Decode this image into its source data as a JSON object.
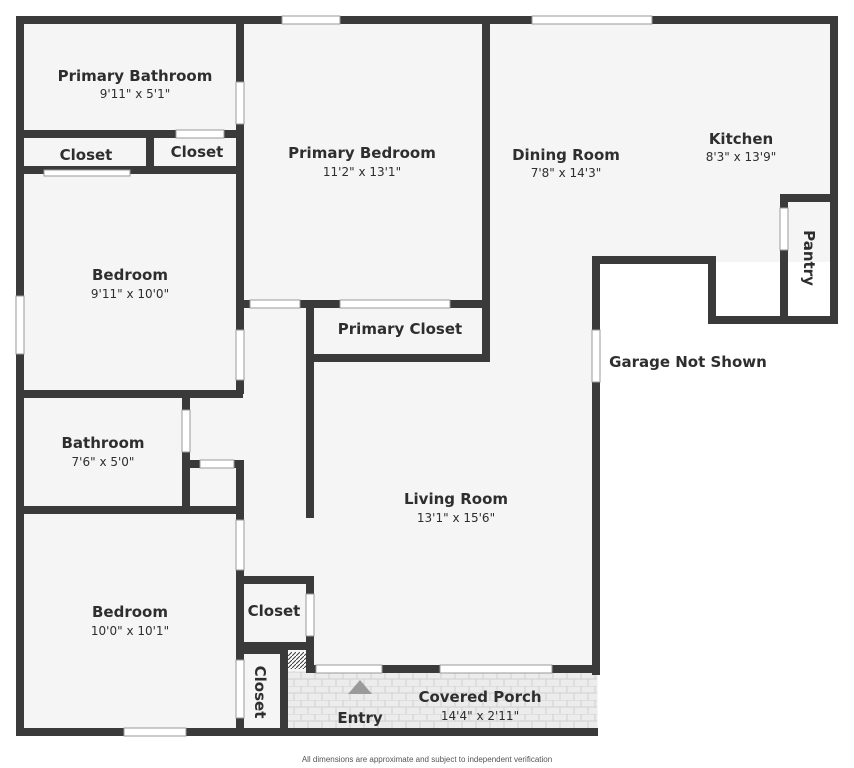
{
  "rooms": {
    "primary_bathroom": {
      "name": "Primary Bathroom",
      "dims": "9'11\" x 5'1\""
    },
    "closet_left": {
      "name": "Closet"
    },
    "closet_right": {
      "name": "Closet"
    },
    "primary_bedroom": {
      "name": "Primary Bedroom",
      "dims": "11'2\" x 13'1\""
    },
    "dining_room": {
      "name": "Dining Room",
      "dims": "7'8\" x 14'3\""
    },
    "kitchen": {
      "name": "Kitchen",
      "dims": "8'3\" x 13'9\""
    },
    "pantry": {
      "name": "Pantry"
    },
    "bedroom_1": {
      "name": "Bedroom",
      "dims": "9'11\" x 10'0\""
    },
    "primary_closet": {
      "name": "Primary Closet"
    },
    "garage": {
      "name": "Garage Not Shown"
    },
    "bathroom": {
      "name": "Bathroom",
      "dims": "7'6\" x 5'0\""
    },
    "living_room": {
      "name": "Living Room",
      "dims": "13'1\" x 15'6\""
    },
    "bedroom_2": {
      "name": "Bedroom",
      "dims": "10'0\" x 10'1\""
    },
    "closet_hall": {
      "name": "Closet"
    },
    "closet_vertical": {
      "name": "Closet"
    },
    "entry": {
      "name": "Entry"
    },
    "covered_porch": {
      "name": "Covered Porch",
      "dims": "14'4\" x 2'11\""
    }
  },
  "footer": {
    "disclaimer": "All dimensions are approximate and subject to independent verification"
  },
  "colors": {
    "wall": "#3a3a3a",
    "floor": "#f5f5f5",
    "porch": "#e8e8e8"
  }
}
